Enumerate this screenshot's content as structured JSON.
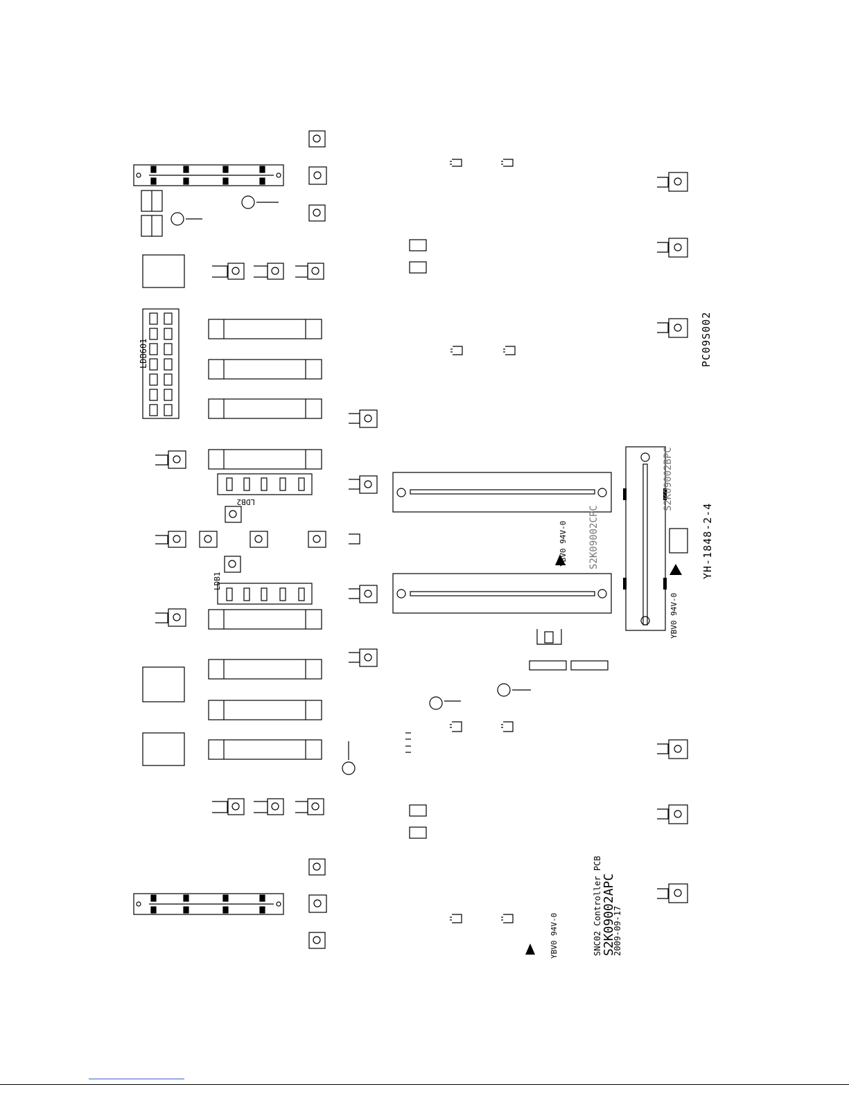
{
  "board": {
    "pcb_code": "PC09S002",
    "ref_number": "YH-1848-2-4",
    "board_b_code": "S2K09002CPC",
    "board_c_code": "S2K09002BPC",
    "title_line1": "SNC02 Controller PCB",
    "title_line2": "S2K09002APC",
    "title_line3": "2009-09-17",
    "ul_mark": "YBV0 94V-0"
  },
  "display_labels": {
    "led_array": "LDB601",
    "led_digit_1": "LDB2",
    "led_digit_2": "LDB1"
  },
  "colors": {
    "ink": "#000000",
    "silkscreen_grey": "#777777",
    "footer_link": "#3b5bd6"
  }
}
